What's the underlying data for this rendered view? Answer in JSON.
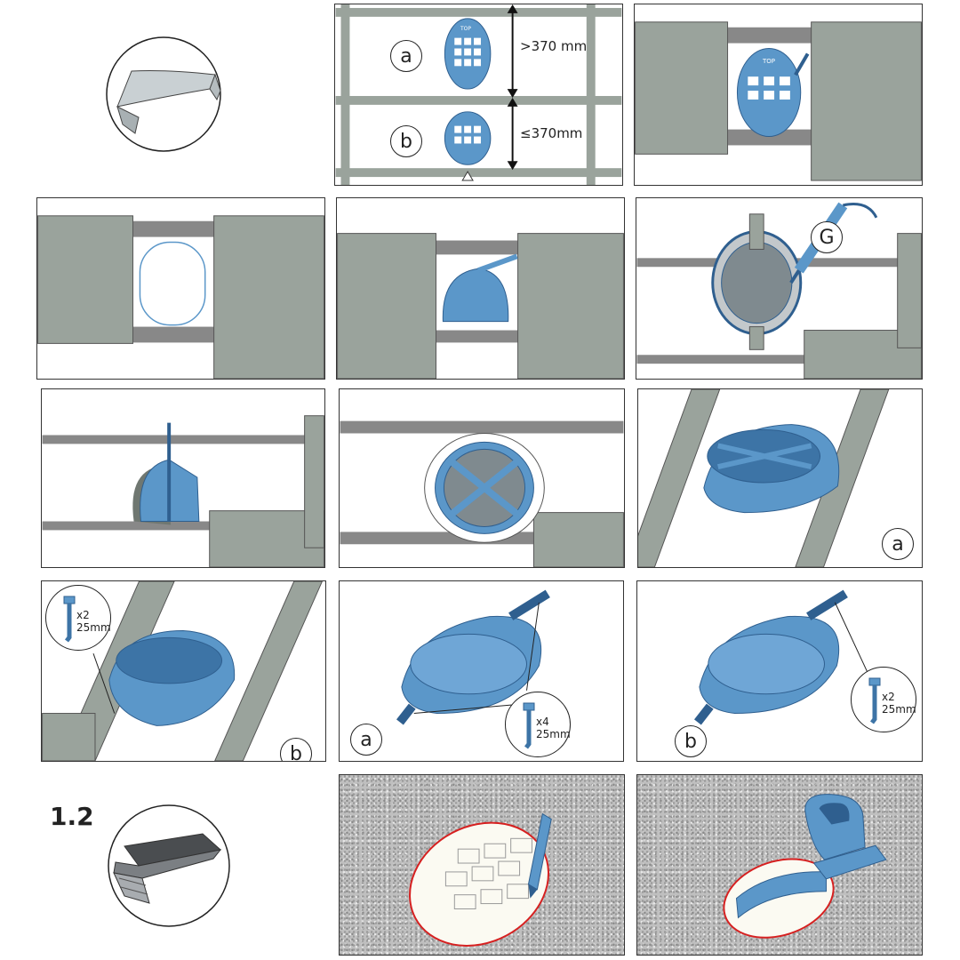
{
  "section_number": "1.2",
  "colors": {
    "vent_blue": "#5b97c9",
    "vent_dark": "#2f5f8f",
    "tile_grey": "#9aa39c",
    "tile_dark": "#6f7771",
    "batten": "#888888",
    "cut_line": "#d62020"
  },
  "step_labels": {
    "a": "a",
    "b": "b",
    "g": "G"
  },
  "vent_top_text": "TOP",
  "dimensions": {
    "above": ">370 mm",
    "below": "≤370mm"
  },
  "screws": {
    "x2_qty": "x2",
    "x2_len": "25mm",
    "x4_qty": "x4",
    "x4_len": "25mm"
  },
  "icons": [
    "tile-profile-icon",
    "screw-icon",
    "sealant-gun-icon",
    "pencil-icon",
    "electric-saw-icon",
    "arrow-icon"
  ]
}
